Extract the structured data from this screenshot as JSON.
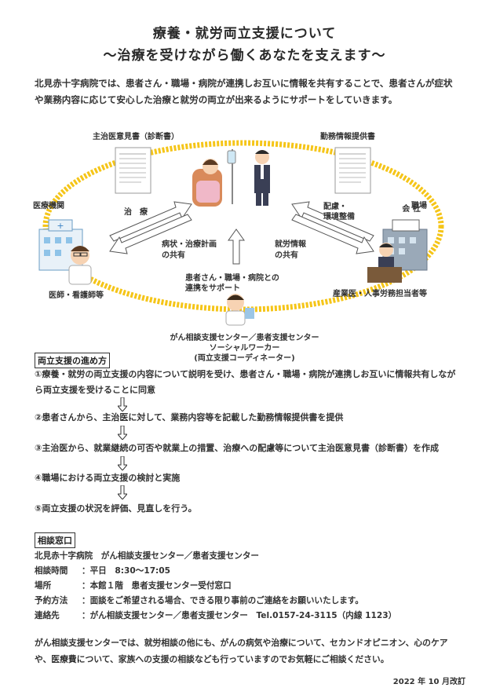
{
  "header": {
    "title": "療養・就労両立支援について",
    "subtitle": "〜治療を受けながら働くあなたを支えます〜"
  },
  "intro": "北見赤十字病院では、患者さん・職場・病院が連携しお互いに情報を共有することで、患者さんが症状や業務内容に応じて安心した治療と就労の両立が出来るようにサポートをしていきます。",
  "diagram": {
    "doc_left_label": "主治医意見書（診断書）",
    "doc_right_label": "勤務情報提供書",
    "medical_label": "医療機関",
    "workplace_label": "職場",
    "doctor_label": "医師・看護師等",
    "company_staff_label": "産業医・人事労務担当者等",
    "company_sign": "会 社",
    "arrow_treatment": "治　療",
    "arrow_share_plan_1": "病状・治療計画",
    "arrow_share_plan_2": "の共有",
    "arrow_care_1": "配慮・",
    "arrow_care_2": "環境整備",
    "arrow_work_info_1": "就労情報",
    "arrow_work_info_2": "の共有",
    "support_1": "患者さん・職場・病院との",
    "support_2": "連携をサポート",
    "center_1": "がん相談支援センター／患者支援センター",
    "center_2": "ソーシャルワーカー",
    "center_3": "(両立支援コーディネーター)",
    "ring_color": "#f5c518"
  },
  "steps": {
    "heading": "両立支援の進め方",
    "items": [
      "①療養・就労の両立支援の内容について説明を受け、患者さん・職場・病院が連携しお互いに情報共有しながら両立支援を受けることに同意",
      "②患者さんから、主治医に対して、業務内容等を記載した勤務情報提供書を提供",
      "③主治医から、就業継続の可否や就業上の措置、治療への配慮等について主治医意見書（診断書）を作成",
      "④職場における両立支援の検討と実施",
      "⑤両立支援の状況を評価、見直しを行う。"
    ]
  },
  "contact": {
    "heading": "相談窓口",
    "org": "北見赤十字病院　がん相談支援センター／患者支援センター",
    "rows": [
      {
        "k": "相談時間",
        "v": "：平日　8:30〜17:05"
      },
      {
        "k": "場所",
        "v": "：本館１階　患者支援センター受付窓口"
      },
      {
        "k": "予約方法",
        "v": "：面談をご希望される場合、できる限り事前のご連絡をお願いいたします。"
      },
      {
        "k": "連絡先",
        "v": "：がん相談支援センター／患者支援センター　Tel.0157-24-3115（内線 1123）"
      }
    ]
  },
  "note": "がん相談支援センターでは、就労相談の他にも、がんの病気や治療について、セカンドオピニオン、心のケアや、医療費について、家族への支援の相談なども行っていますのでお気軽にご相談ください。",
  "revised": "2022 年 10 月改訂"
}
